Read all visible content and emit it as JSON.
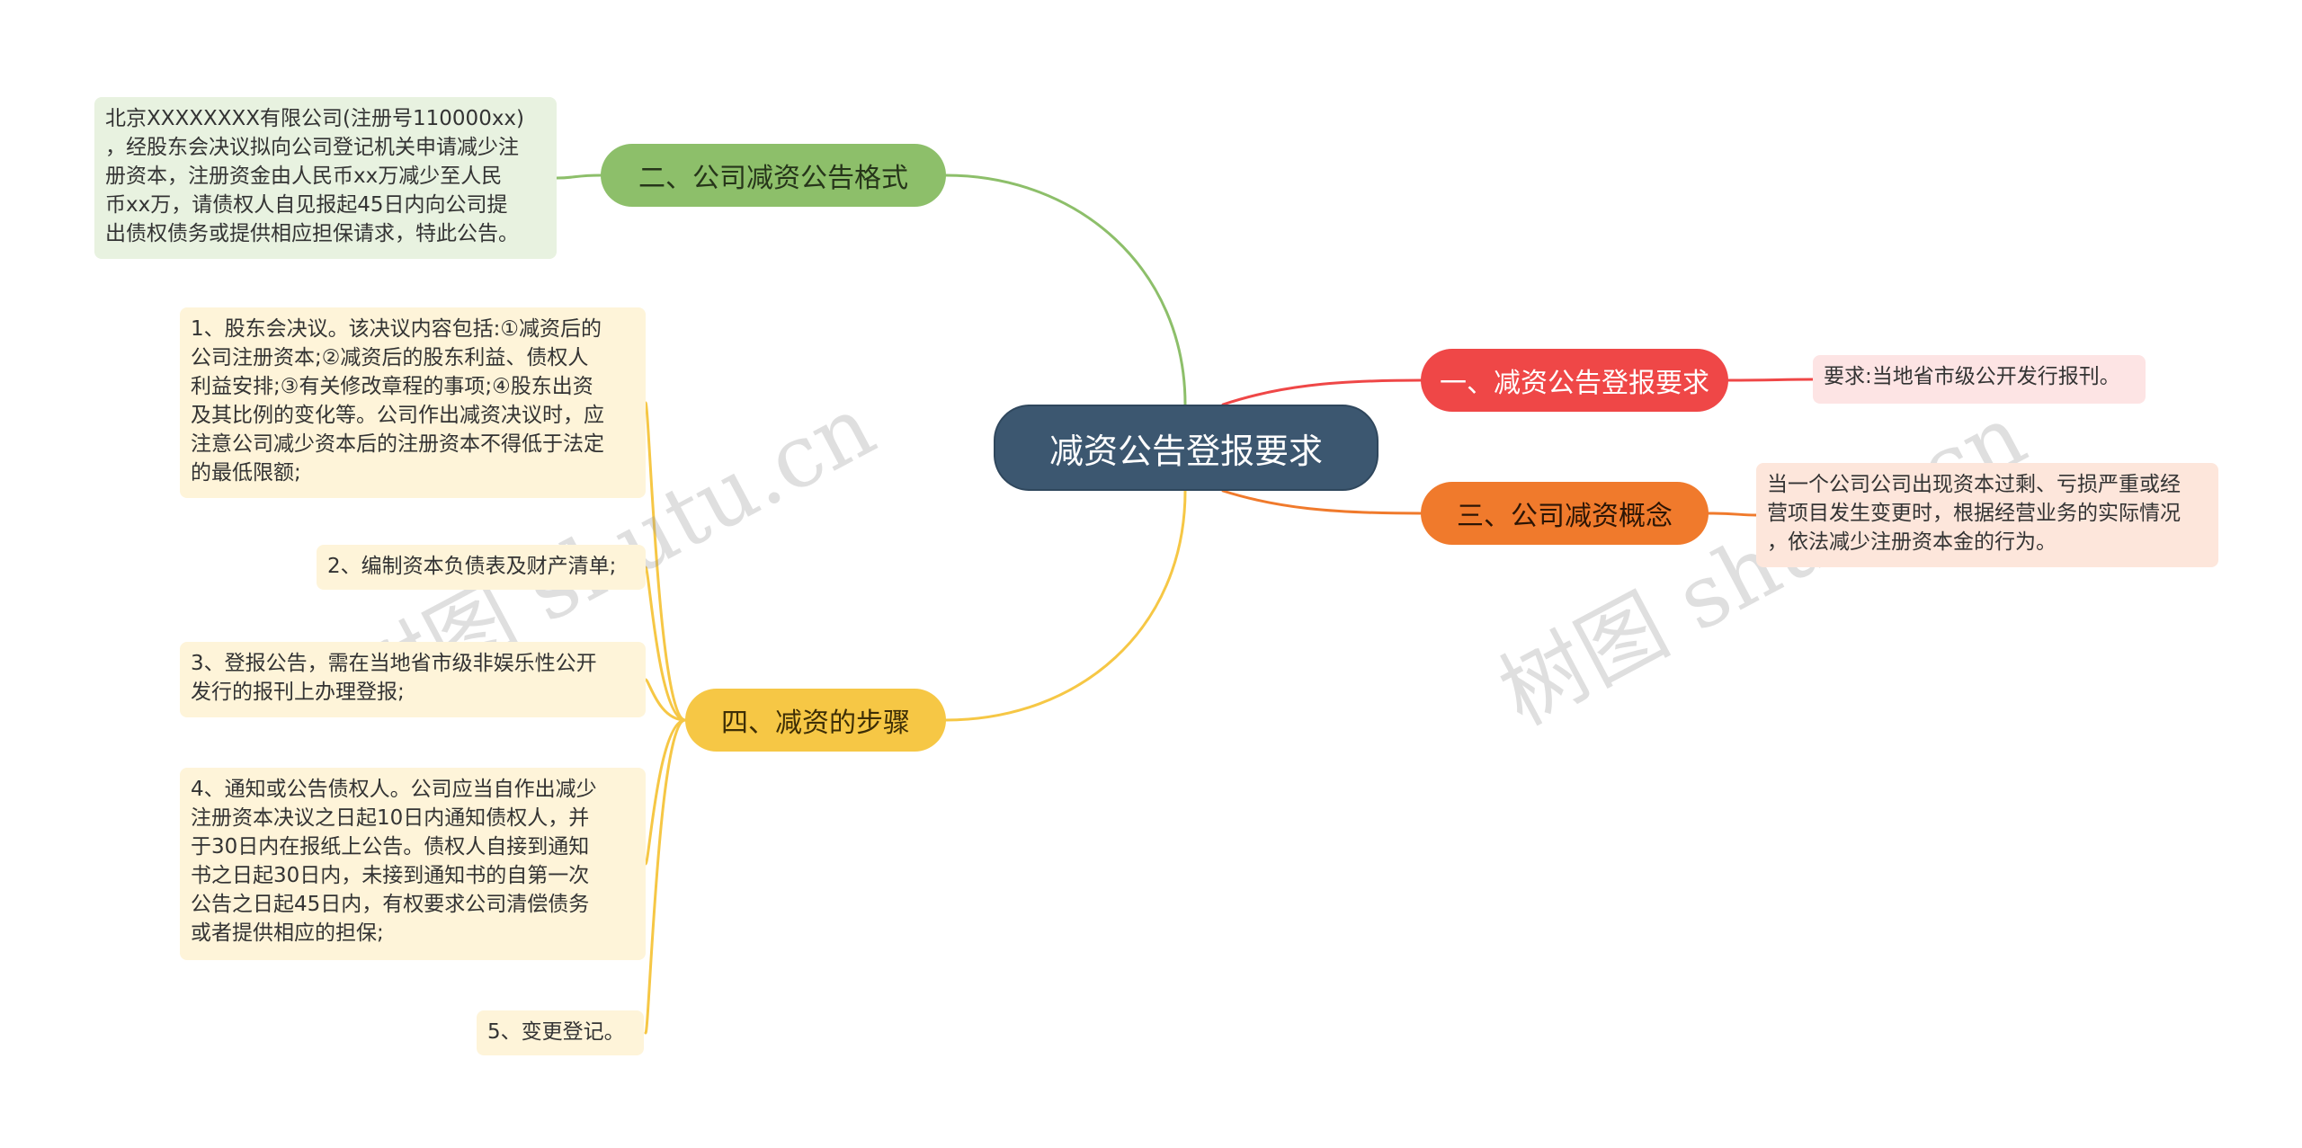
{
  "root": {
    "label": "减资公告登报要求"
  },
  "branches": {
    "format": {
      "label": "二、公司减资公告格式",
      "color": "#8dbf6a",
      "leaf": "北京XXXXXXXX有限公司(注册号110000xx)\n，经股东会决议拟向公司登记机关申请减少注\n册资本，注册资金由人民币xx万减少至人民\n币xx万，请债权人自见报起45日内向公司提\n出债权债务或提供相应担保请求，特此公告。"
    },
    "steps": {
      "label": "四、减资的步骤",
      "color": "#f6c745",
      "leaves": [
        "1、股东会决议。该决议内容包括:①减资后的\n公司注册资本;②减资后的股东利益、债权人\n利益安排;③有关修改章程的事项;④股东出资\n及其比例的变化等。公司作出减资决议时，应\n注意公司减少资本后的注册资本不得低于法定\n的最低限额;",
        "2、编制资本负债表及财产清单;",
        "3、登报公告，需在当地省市级非娱乐性公开\n发行的报刊上办理登报;",
        "4、通知或公告债权人。公司应当自作出减少\n注册资本决议之日起10日内通知债权人，并\n于30日内在报纸上公告。债权人自接到通知\n书之日起30日内，未接到通知书的自第一次\n公告之日起45日内，有权要求公司清偿债务\n或者提供相应的担保;",
        "5、变更登记。"
      ]
    },
    "requirement": {
      "label": "一、减资公告登报要求",
      "color": "#ef4747",
      "leaf": "要求:当地省市级公开发行报刊。"
    },
    "concept": {
      "label": "三、公司减资概念",
      "color": "#f07a2c",
      "leaf": "当一个公司公司出现资本过剩、亏损严重或经\n营项目发生变更时，根据经营业务的实际情况\n，依法减少注册资本金的行为。"
    }
  },
  "watermarks": [
    "树图 shutu.cn",
    "树图 shutu.cn"
  ]
}
